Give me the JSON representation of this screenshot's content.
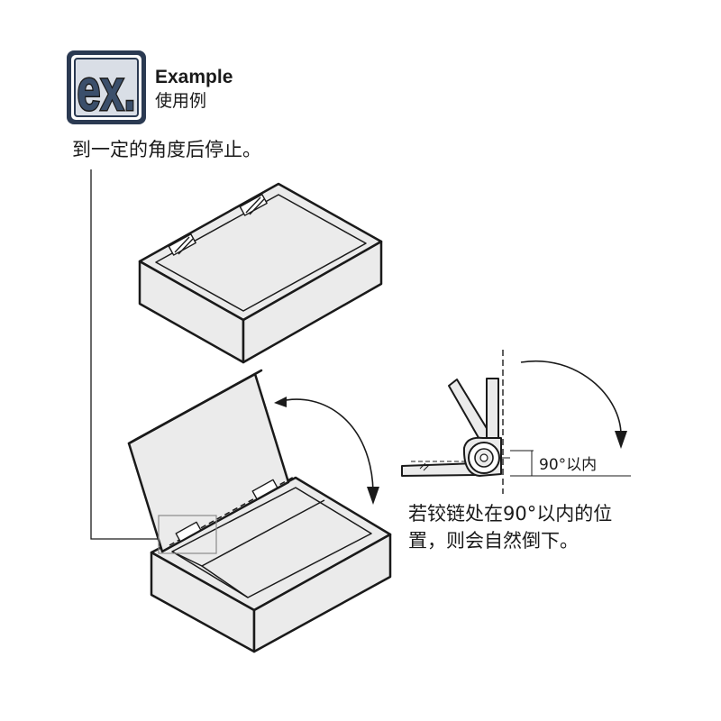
{
  "logo": {
    "text": "ex."
  },
  "header": {
    "title": "Example",
    "subtitle": "使用例"
  },
  "callout_top": "到一定的角度后停止。",
  "angle_label": "90°以内",
  "callout_bottom": [
    "若铰链处在90°以内的位",
    "置，则会自然倒下。"
  ],
  "colors": {
    "fill": "#ebebeb",
    "stroke": "#1a1a1a",
    "logo_blue": "#3b4f6b",
    "logo_frame": "#2b3a52"
  }
}
